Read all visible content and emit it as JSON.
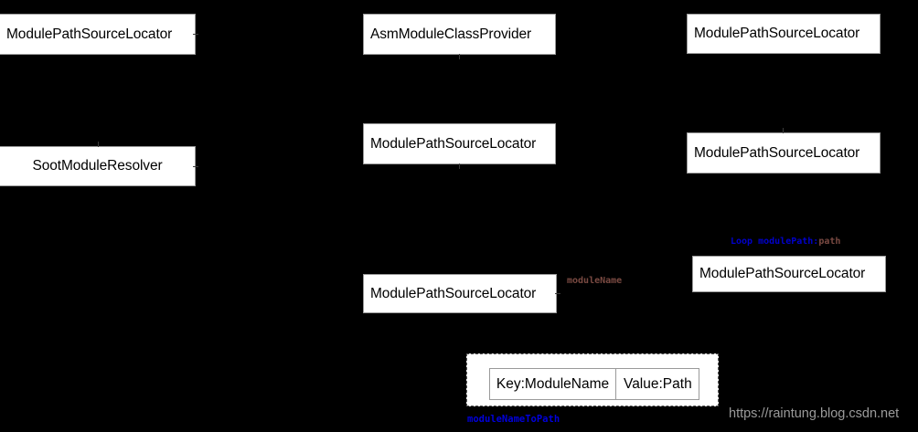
{
  "diagram": {
    "background_color": "#000000",
    "node_fill": "#ffffff",
    "node_border": "#9a9a9a",
    "accent_blue": "#0000cc",
    "accent_maroon": "#7a4a42",
    "watermark_color": "#9b9b9b"
  },
  "nodes": [
    {
      "id": "n1",
      "label": "ModulePathSourceLocator"
    },
    {
      "id": "n2",
      "label": "AsmModuleClassProvider"
    },
    {
      "id": "n3",
      "label": "ModulePathSourceLocator"
    },
    {
      "id": "n4",
      "label": "SootModuleResolver"
    },
    {
      "id": "n5",
      "label": "ModulePathSourceLocator"
    },
    {
      "id": "n6",
      "label": "ModulePathSourceLocator"
    },
    {
      "id": "n7",
      "label": "ModulePathSourceLocator"
    },
    {
      "id": "n8",
      "label": "ModulePathSourceLocator"
    }
  ],
  "labels": {
    "loop_prefix": "Loop modulePath:",
    "loop_var": "path",
    "module_name_param": "moduleName",
    "map_name": "moduleNameToPath"
  },
  "map": {
    "key_cell": "Key:ModuleName",
    "value_cell": "Value:Path"
  },
  "watermark": {
    "text": "https://raintung.blog.csdn.net"
  }
}
